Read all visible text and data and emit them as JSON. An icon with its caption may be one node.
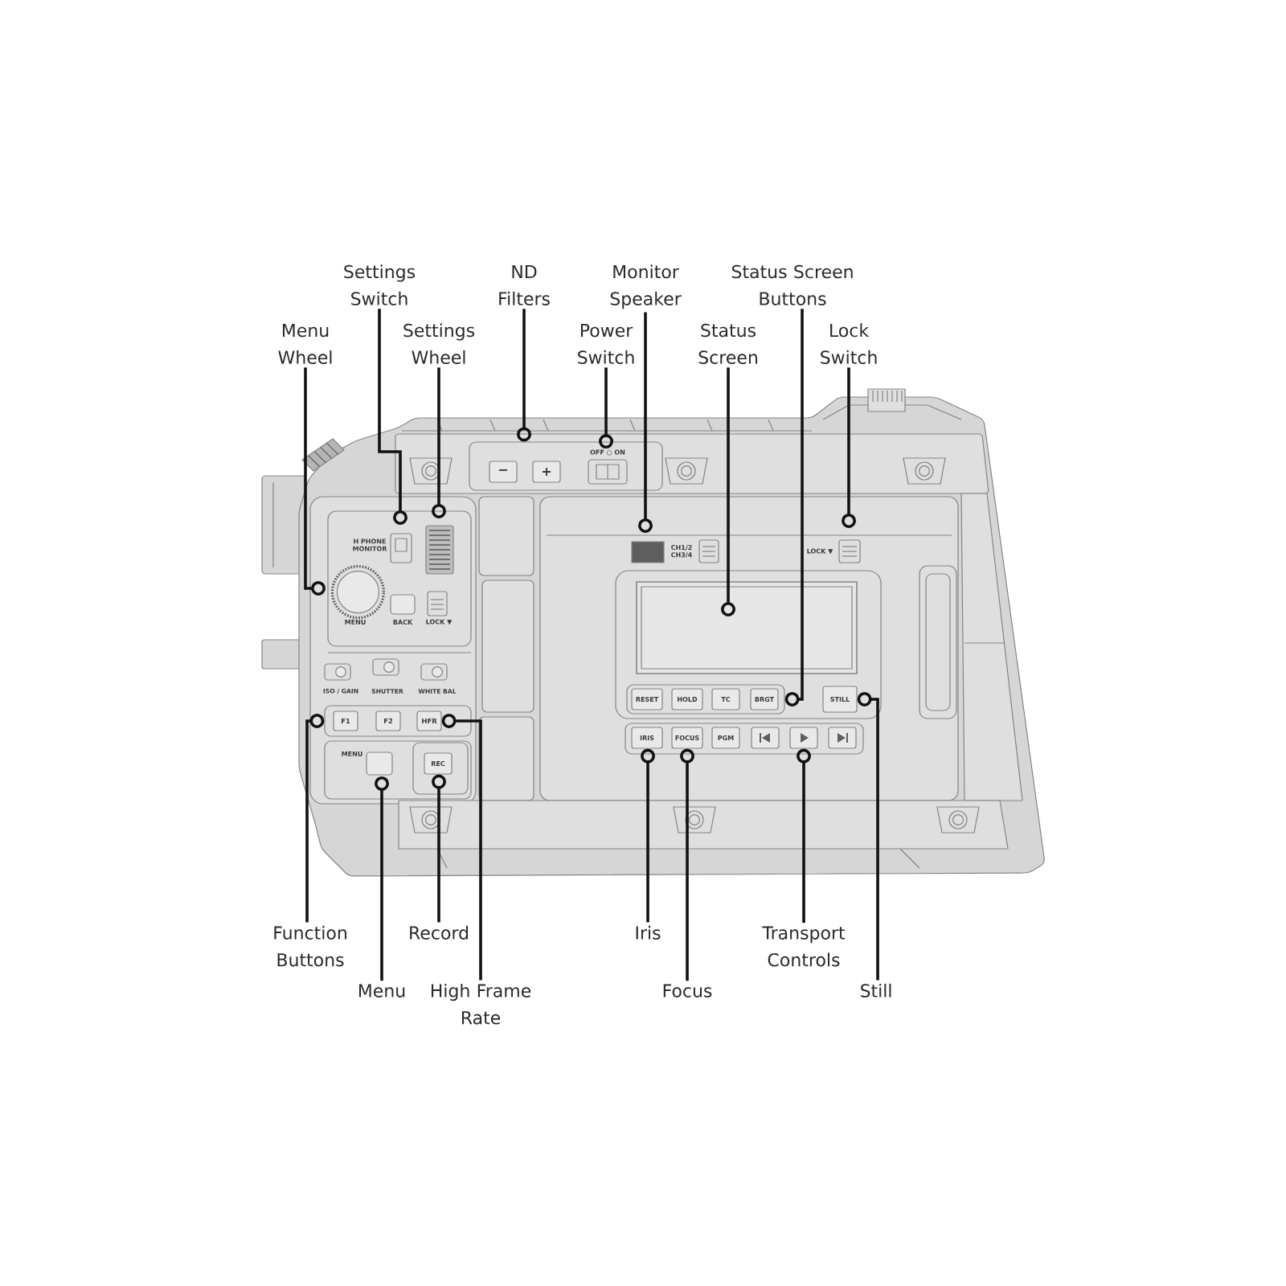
{
  "diagram": {
    "nodes": [
      {
        "text": [
          "Menu Wheel"
        ]
      },
      {
        "text": [
          "Settings Switch"
        ]
      },
      {
        "text": [
          "Settings Wheel"
        ]
      },
      {
        "text": [
          "ND Filters"
        ]
      },
      {
        "text": [
          "Power Switch"
        ]
      },
      {
        "text": [
          "Monitor Speaker"
        ]
      },
      {
        "text": [
          "Status Screen"
        ]
      },
      {
        "text": [
          "Status Screen Buttons"
        ]
      },
      {
        "text": [
          "Lock Switch"
        ]
      },
      {
        "text": [],
        "shape": "box"
      },
      {
        "text": [
          "−"
        ],
        "in": 9
      },
      {
        "text": [
          "+"
        ],
        "in": 9
      },
      {
        "text": [
          "OFF ○ ON"
        ],
        "in": 9
      },
      {
        "text": [],
        "shape": "box"
      },
      {
        "text": [
          "RESET"
        ],
        "in": 13
      },
      {
        "text": [
          "HOLD"
        ],
        "in": 13
      },
      {
        "text": [
          "TC"
        ],
        "in": 13
      },
      {
        "text": [
          "BRGT"
        ],
        "in": 13
      },
      {
        "text": [
          "STILL"
        ]
      },
      {
        "text": [],
        "shape": "box"
      },
      {
        "text": [
          "F1"
        ],
        "in": 19
      },
      {
        "text": [
          "F2"
        ],
        "in": 19
      },
      {
        "text": [
          "HFR"
        ],
        "in": 19
      },
      {
        "text": [],
        "shape": "box"
      },
      {
        "text": [
          "IRIS"
        ],
        "in": 23
      },
      {
        "text": [
          "FOCUS"
        ],
        "in": 23
      },
      {
        "text": [
          "PGM"
        ],
        "in": 23
      },
      {
        "text": [],
        "shape": "box",
        "in": 23
      },
      {
        "text": [],
        "shape": "box",
        "in": 23
      },
      {
        "text": [],
        "shape": "box",
        "in": 23
      },
      {
        "text": [
          "REC"
        ]
      },
      {
        "text": [
          "Function Buttons"
        ]
      },
      {
        "text": [
          "Menu"
        ]
      },
      {
        "text": [
          "Record"
        ]
      },
      {
        "text": [
          "High Frame Rate"
        ]
      },
      {
        "text": [
          "Iris"
        ]
      },
      {
        "text": [
          "Focus"
        ]
      },
      {
        "text": [
          "Transport Controls"
        ]
      },
      {
        "text": [
          "Still"
        ]
      }
    ],
    "edges": [
      {
        "from": 0,
        "to": null,
        "arrow": "other"
      },
      {
        "from": 1,
        "to": null,
        "arrow": "other"
      },
      {
        "from": 2,
        "to": null,
        "arrow": "other"
      },
      {
        "from": 3,
        "to": 9,
        "arrow": "other"
      },
      {
        "from": 4,
        "to": 12,
        "arrow": "other"
      },
      {
        "from": 5,
        "to": null,
        "arrow": "other"
      },
      {
        "from": 6,
        "to": null,
        "arrow": "other"
      },
      {
        "from": 7,
        "to": 13,
        "arrow": "other"
      },
      {
        "from": 8,
        "to": null,
        "arrow": "other"
      },
      {
        "from": 31,
        "to": 19,
        "arrow": "other"
      },
      {
        "from": 32,
        "to": null,
        "arrow": "other"
      },
      {
        "from": 33,
        "to": 30,
        "arrow": "other"
      },
      {
        "from": 34,
        "to": 22,
        "arrow": "other"
      },
      {
        "from": 35,
        "to": 24,
        "arrow": "other"
      },
      {
        "from": 36,
        "to": 25,
        "arrow": "other"
      },
      {
        "from": 37,
        "to": 28,
        "arrow": "other"
      },
      {
        "from": 38,
        "to": 18,
        "arrow": "other"
      }
    ],
    "labels": [
      "H PHONE MONITOR",
      "CH1/2 CH3/4",
      "LOCK ▼",
      "MENU",
      "BACK",
      "LOCK ▼",
      "ISO / GAIN",
      "SHUTTER",
      "WHITE BAL",
      "MENU"
    ]
  }
}
